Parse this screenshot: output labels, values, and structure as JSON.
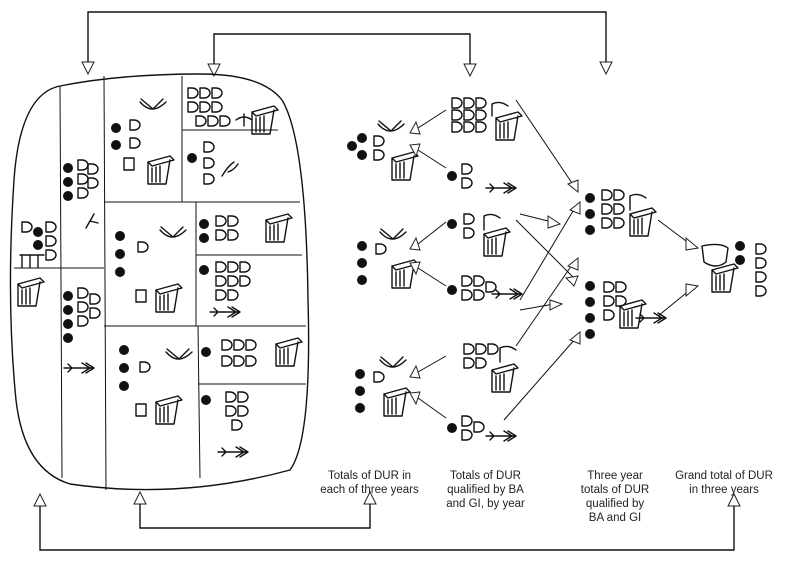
{
  "captions": {
    "col1": "Totals of DUR in\neach of three years",
    "col2": "Totals of DUR\nqualified by BA\nand GI, by year",
    "col3": "Three year\ntotals of DUR\nqualified by\nBA and GI",
    "col4": "Grand total of DUR\nin three years"
  }
}
